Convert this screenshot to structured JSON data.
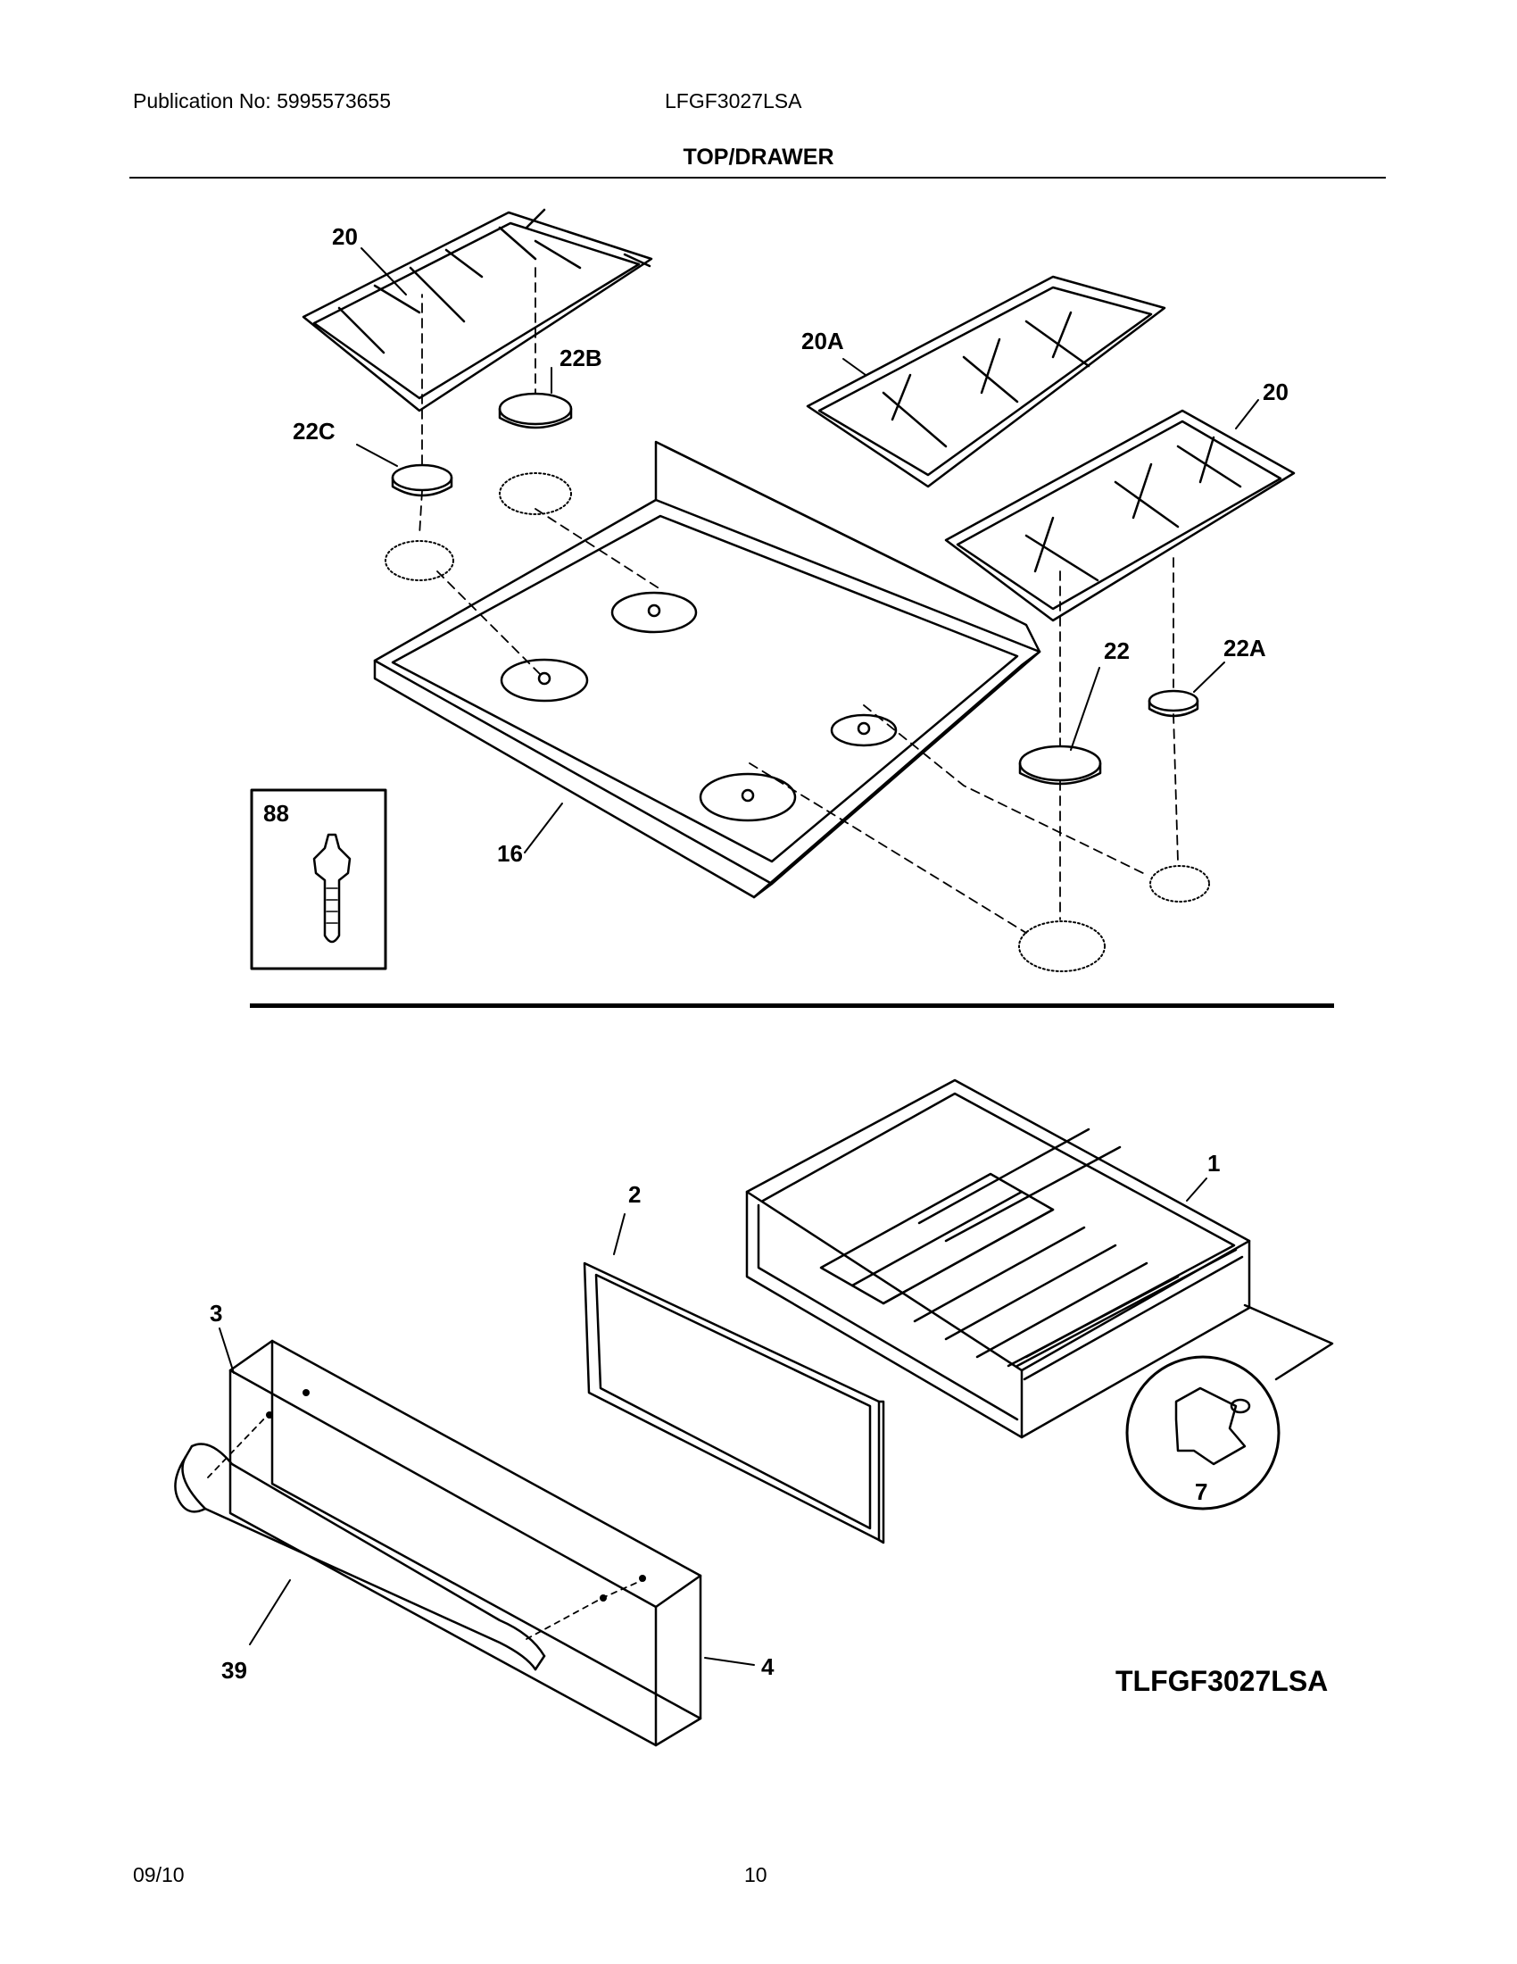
{
  "header": {
    "publication": "Publication No: 5995573655",
    "model": "LFGF3027LSA",
    "section_title": "TOP/DRAWER"
  },
  "callouts": {
    "grate_left": "20",
    "grate_right": "20",
    "grate_center": "20A",
    "cap_22b": "22B",
    "cap_22c": "22C",
    "cap_22": "22",
    "cap_22a": "22A",
    "cooktop": "16",
    "inset_screw": "88",
    "drawer_body": "1",
    "drawer_panel": "2",
    "drawer_back": "3",
    "drawer_front": "4",
    "drawer_handle": "39",
    "drawer_clip": "7"
  },
  "diagram_code": "TLFGF3027LSA",
  "footer": {
    "date": "09/10",
    "page": "10"
  }
}
